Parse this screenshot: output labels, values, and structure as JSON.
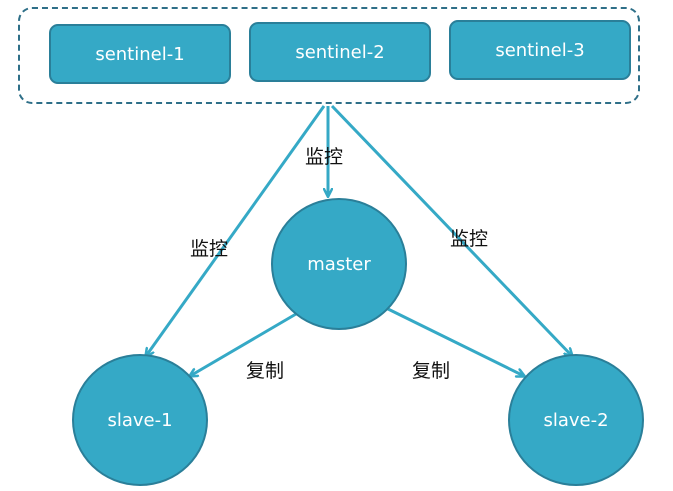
{
  "sentinels": [
    {
      "label": "sentinel-1"
    },
    {
      "label": "sentinel-2"
    },
    {
      "label": "sentinel-3"
    }
  ],
  "nodes": {
    "master": "master",
    "slave1": "slave-1",
    "slave2": "slave-2"
  },
  "edges": {
    "monitor_label": "监控",
    "replicate_label": "复制"
  },
  "colors": {
    "node_fill": "#35a9c6",
    "node_border": "#2a7f99",
    "arrow": "#35a9c6",
    "group_border": "#2e6f88"
  }
}
